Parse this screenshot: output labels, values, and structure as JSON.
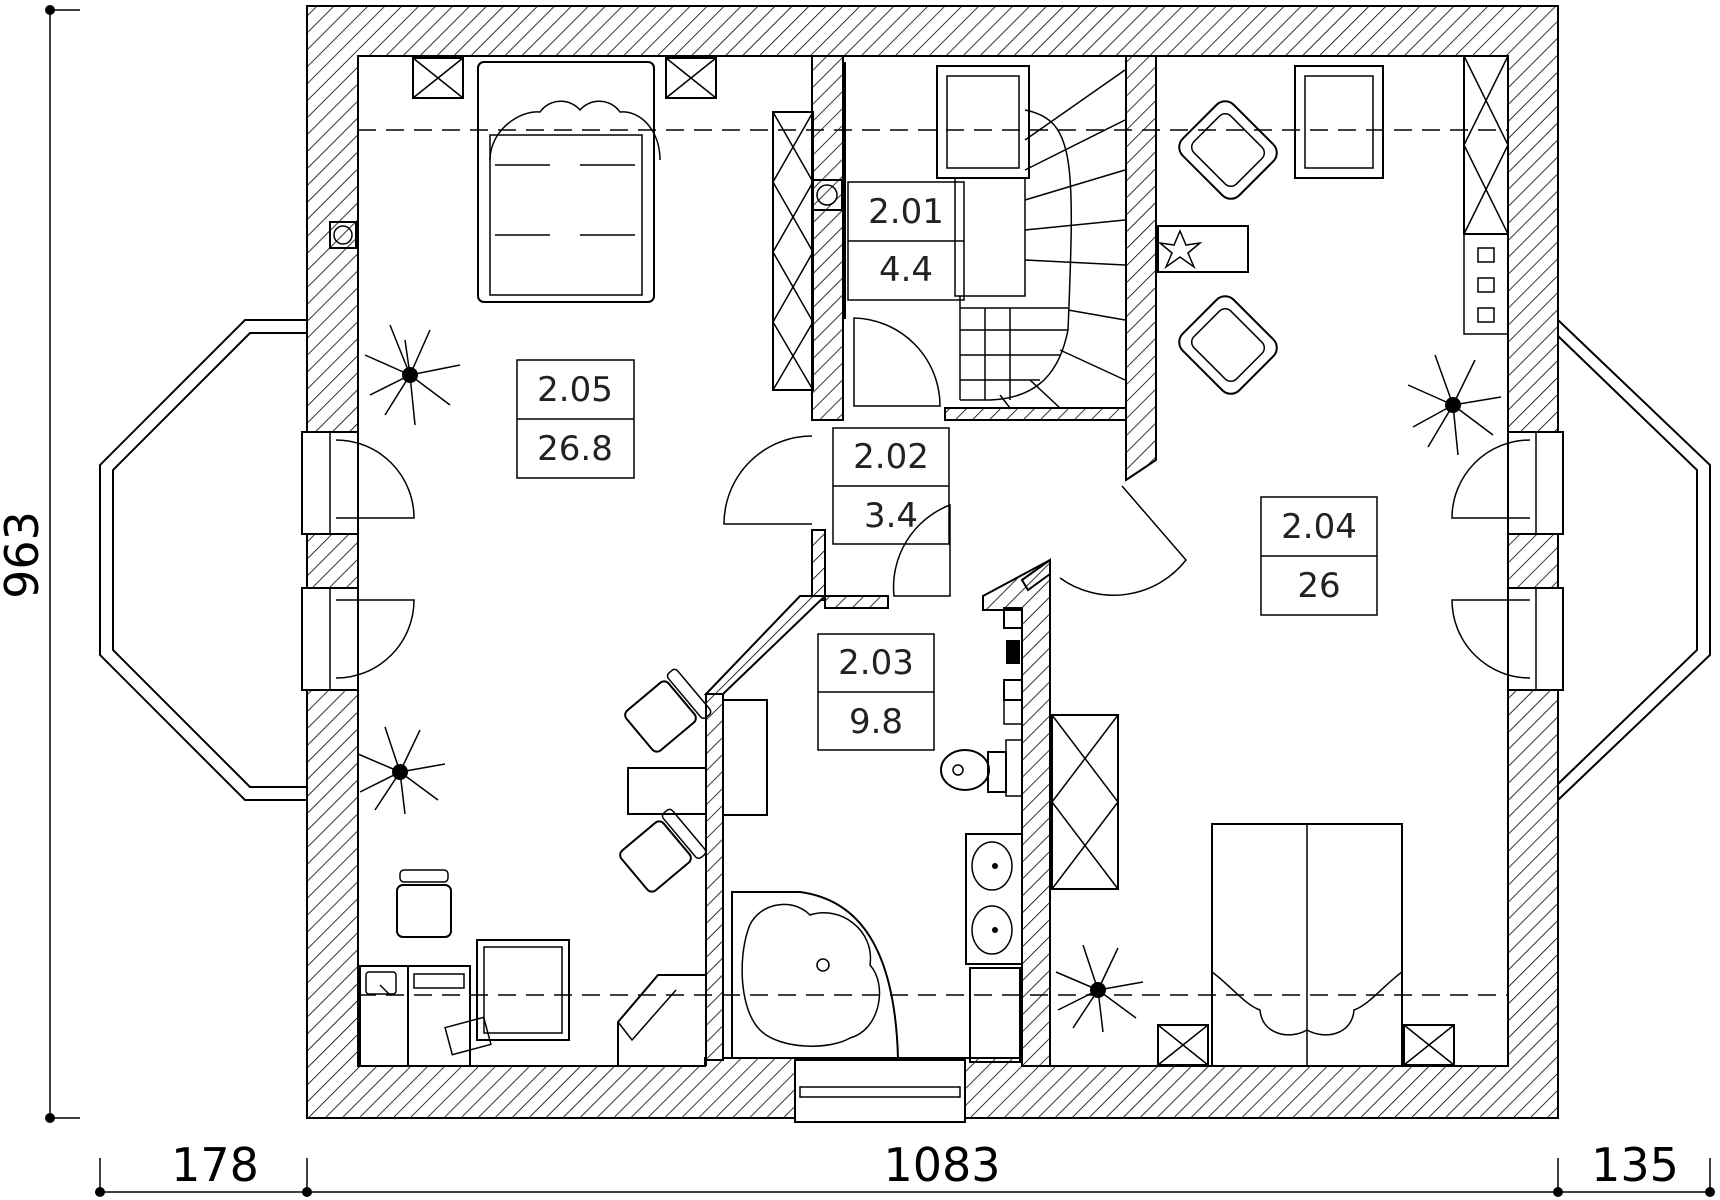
{
  "rooms": [
    {
      "number": "2.01",
      "area": "4.4"
    },
    {
      "number": "2.02",
      "area": "3.4"
    },
    {
      "number": "2.03",
      "area": "9.8"
    },
    {
      "number": "2.04",
      "area": "26"
    },
    {
      "number": "2.05",
      "area": "26.8"
    }
  ],
  "dimensions": {
    "height": "963",
    "left": "178",
    "middle": "1083",
    "right": "135"
  }
}
